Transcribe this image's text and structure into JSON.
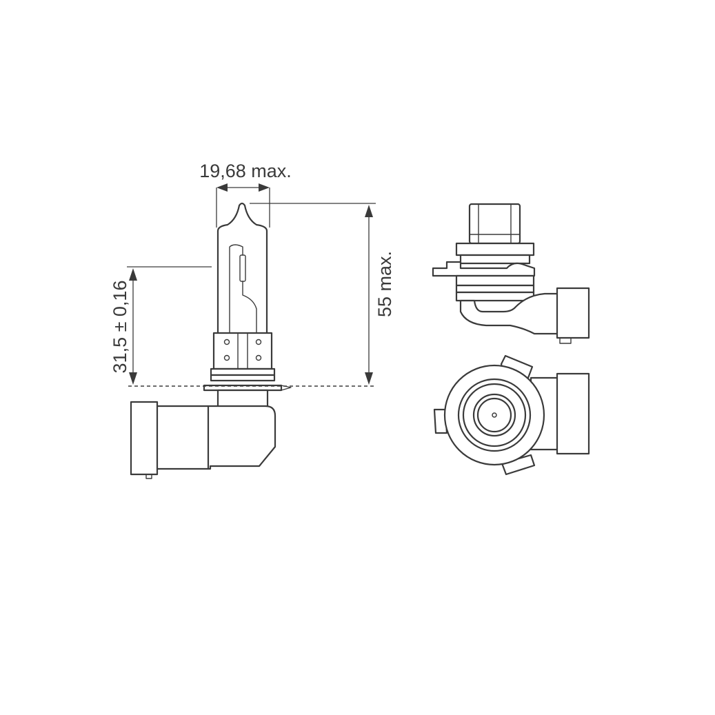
{
  "dimensions": {
    "width_label": "19,68 max.",
    "height_label": "55 max.",
    "focal_label": "31,5 ± 0,16"
  },
  "colors": {
    "line": "#3a3a3a",
    "background": "#ffffff"
  }
}
